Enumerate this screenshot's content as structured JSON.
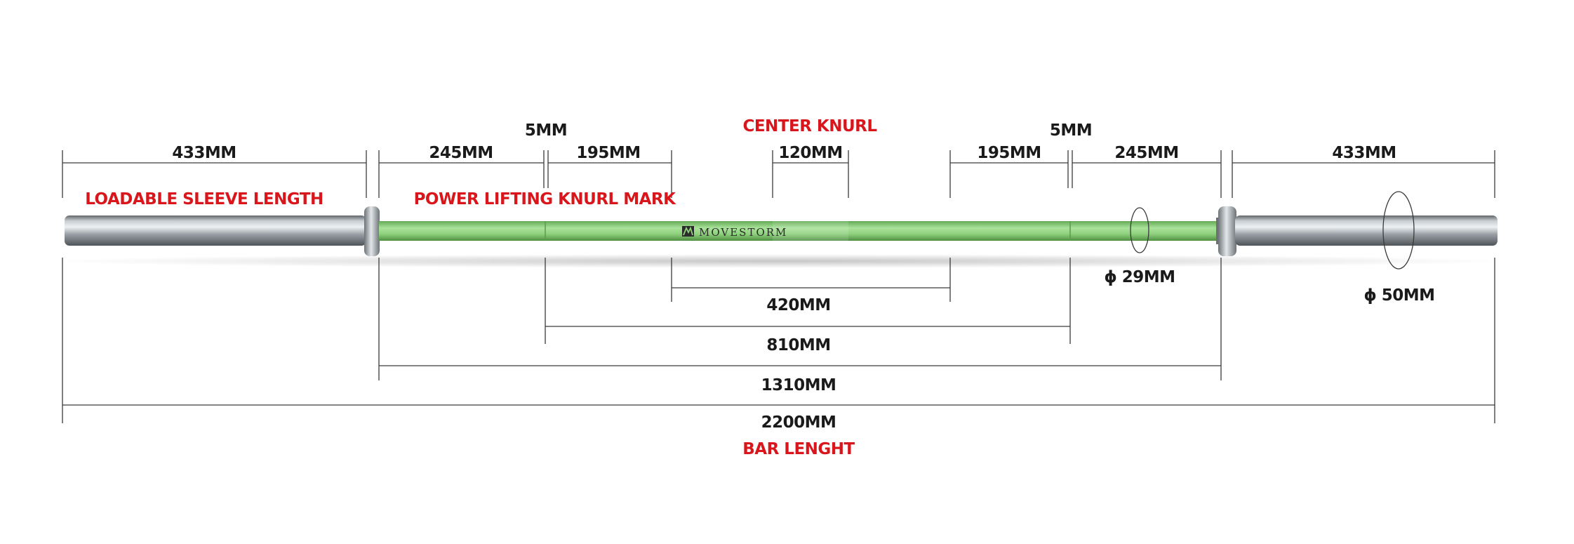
{
  "brand": "MOVESTORM",
  "colors": {
    "shaft": "#8fd27e",
    "sleeve": "#a7adb2",
    "label_red": "#d8161c",
    "dimension_text": "#1a1a1a"
  },
  "labels": {
    "loadable_sleeve_length": "LOADABLE SLEEVE LENGTH",
    "power_lifting_knurl_mark": "POWER LIFTING KNURL MARK",
    "center_knurl": "CENTER KNURL",
    "bar_length": "BAR LENGHT"
  },
  "dimensions": {
    "left_sleeve": "433MM",
    "left_245": "245MM",
    "left_5": "5MM",
    "left_195": "195MM",
    "center_knurl": "120MM",
    "right_195": "195MM",
    "right_5": "5MM",
    "right_245": "245MM",
    "right_sleeve": "433MM",
    "span_420": "420MM",
    "span_810": "810MM",
    "span_1310": "1310MM",
    "total": "2200MM",
    "shaft_diameter": "ϕ 29MM",
    "sleeve_diameter": "ϕ 50MM"
  }
}
